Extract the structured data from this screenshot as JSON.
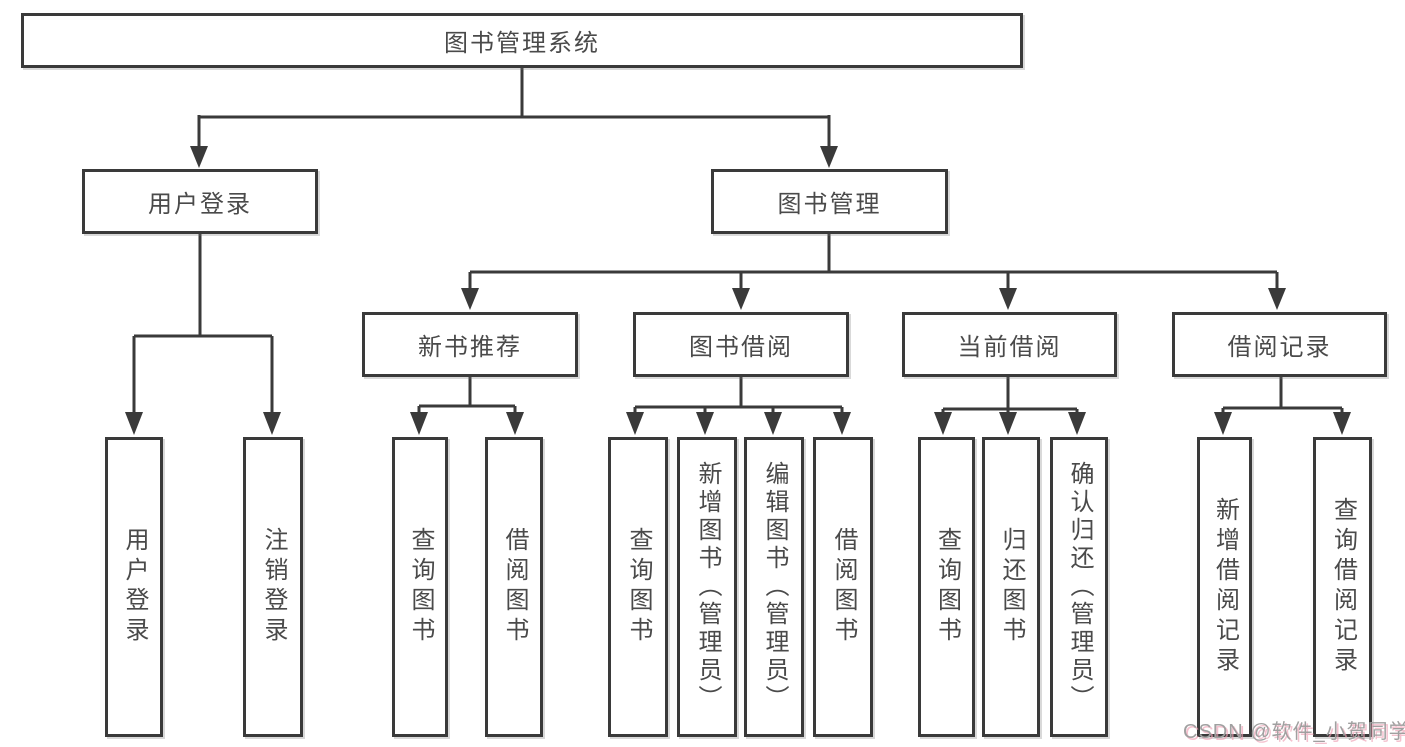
{
  "colors": {
    "line": "#3a3a3a",
    "node_border": "#3a3a3a",
    "node_text": "#4a4a4a",
    "watermark_gray": "#a0a0a0",
    "watermark_pink": "#eea0b4",
    "background": "#ffffff"
  },
  "watermark": {
    "text": "CSDN @软件_小贺同学"
  },
  "tree": {
    "root": {
      "label": "图书管理系统"
    },
    "branches": [
      {
        "label": "用户登录",
        "children": [
          {
            "label": "用户登录"
          },
          {
            "label": "注销登录"
          }
        ]
      },
      {
        "label": "图书管理",
        "children": [
          {
            "label": "新书推荐",
            "children": [
              {
                "label": "查询图书"
              },
              {
                "label": "借阅图书"
              }
            ]
          },
          {
            "label": "图书借阅",
            "children": [
              {
                "label": "查询图书"
              },
              {
                "label": "新增图书（管理员）"
              },
              {
                "label": "编辑图书（管理员）"
              },
              {
                "label": "借阅图书"
              }
            ]
          },
          {
            "label": "当前借阅",
            "children": [
              {
                "label": "查询图书"
              },
              {
                "label": "归还图书"
              },
              {
                "label": "确认归还（管理员）"
              }
            ]
          },
          {
            "label": "借阅记录",
            "children": [
              {
                "label": "新增借阅记录"
              },
              {
                "label": "查询借阅记录"
              }
            ]
          }
        ]
      }
    ]
  }
}
